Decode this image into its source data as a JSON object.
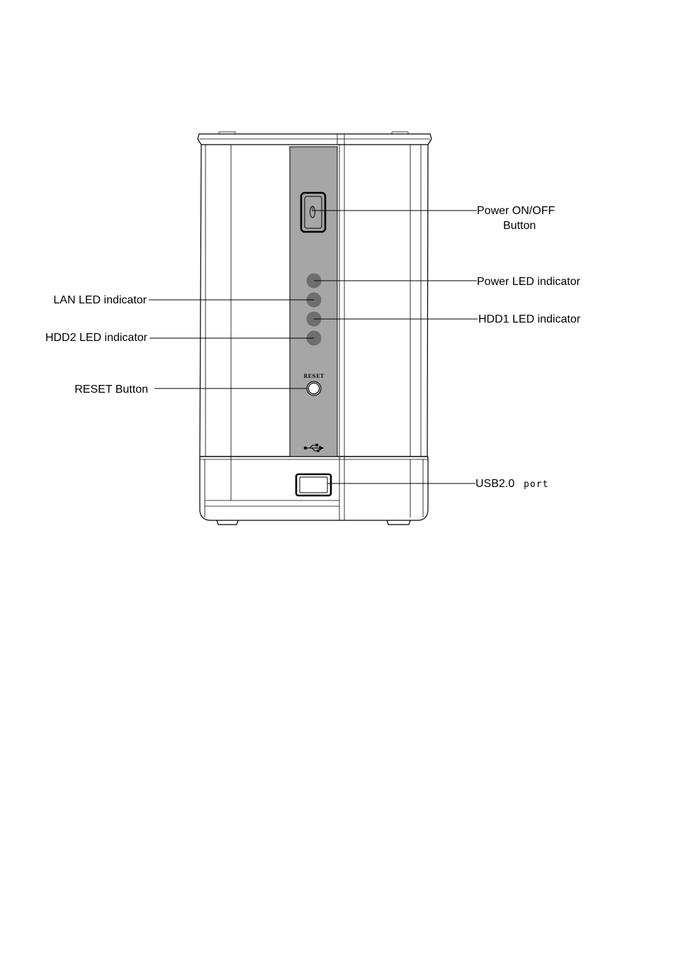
{
  "labels": {
    "power_button_line1": "Power ON/OFF",
    "power_button_line2": "Button",
    "power_led": "Power LED indicator",
    "lan_led": "LAN LED indicator",
    "hdd1_led": "HDD1 LED indicator",
    "hdd2_led": "HDD2 LED indicator",
    "reset_button": "RESET Button",
    "usb_port_main": "USB2.0",
    "usb_port_suffix": "port"
  },
  "panel_text": {
    "reset": "RESET"
  },
  "icons": {
    "power_symbol": "power-icon",
    "usb_symbol": "usb-icon"
  },
  "colors": {
    "front_panel": "#a6a6a6",
    "led": "#6e6e6e",
    "outline": "#000000"
  }
}
